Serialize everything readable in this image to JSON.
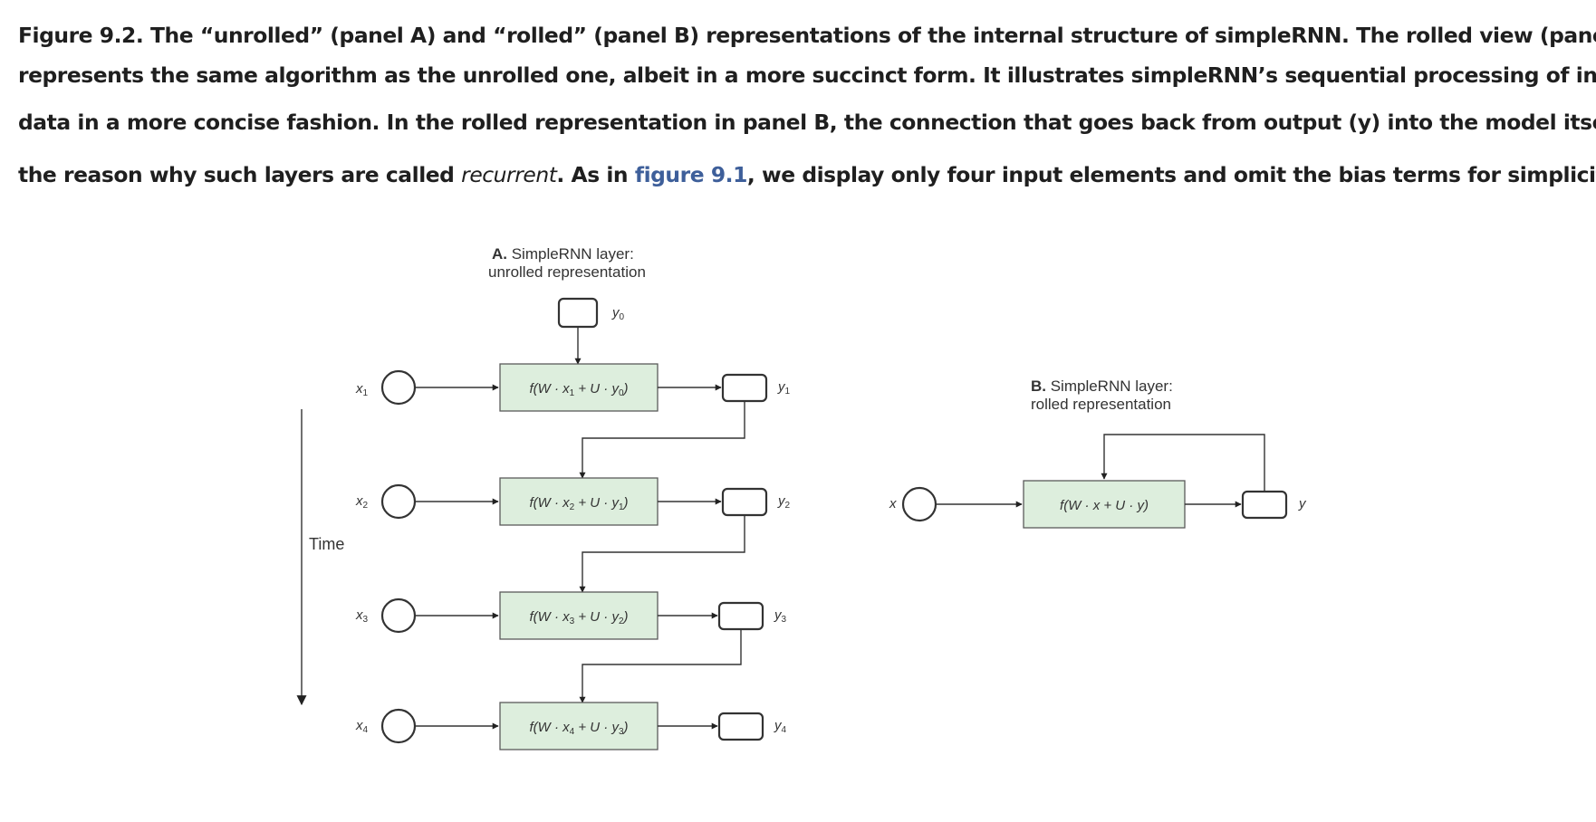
{
  "caption": {
    "line1": "Figure 9.2. The “unrolled” (panel A) and “rolled” (panel B) representations of the internal structure of simpleRNN. The rolled view (panel B)",
    "line2": "represents the same algorithm as the unrolled one, albeit in a more succinct form. It illustrates simpleRNN’s sequential processing of input",
    "line3": "data in a more concise fashion. In the rolled representation in panel B, the connection that goes back from output (y) into the model itself is",
    "line4_before": "the reason why such layers are called ",
    "line4_em": "recurrent",
    "line4_mid": ". As in ",
    "line4_link": "figure 9.1",
    "line4_after": ", we display only four input elements and omit the bias terms for simplicity."
  },
  "panel_a": {
    "title_bold": "A.",
    "title_line1": " SimpleRNN layer:",
    "title_line2": "unrolled representation",
    "initial_state": {
      "name": "y",
      "sub": "0"
    },
    "steps": [
      {
        "x_name": "x",
        "x_sub": "1",
        "y_name": "y",
        "y_sub": "1",
        "f_pre": "f(W · x",
        "f_sub1": "1",
        "f_mid": " + U · y",
        "f_sub2": "0",
        "f_post": ")"
      },
      {
        "x_name": "x",
        "x_sub": "2",
        "y_name": "y",
        "y_sub": "2",
        "f_pre": "f(W · x",
        "f_sub1": "2",
        "f_mid": " + U · y",
        "f_sub2": "1",
        "f_post": ")"
      },
      {
        "x_name": "x",
        "x_sub": "3",
        "y_name": "y",
        "y_sub": "3",
        "f_pre": "f(W · x",
        "f_sub1": "3",
        "f_mid": " + U · y",
        "f_sub2": "2",
        "f_post": ")"
      },
      {
        "x_name": "x",
        "x_sub": "4",
        "y_name": "y",
        "y_sub": "4",
        "f_pre": "f(W · x",
        "f_sub1": "4",
        "f_mid": " + U · y",
        "f_sub2": "3",
        "f_post": ")"
      }
    ],
    "time_label": "Time"
  },
  "panel_b": {
    "title_bold": "B.",
    "title_line1": " SimpleRNN layer:",
    "title_line2": "rolled representation",
    "x_label": "x",
    "y_label": "y",
    "formula": "f(W · x + U · y)"
  },
  "colors": {
    "box_fill": "#ddeedd",
    "link": "#3e5f9a"
  }
}
